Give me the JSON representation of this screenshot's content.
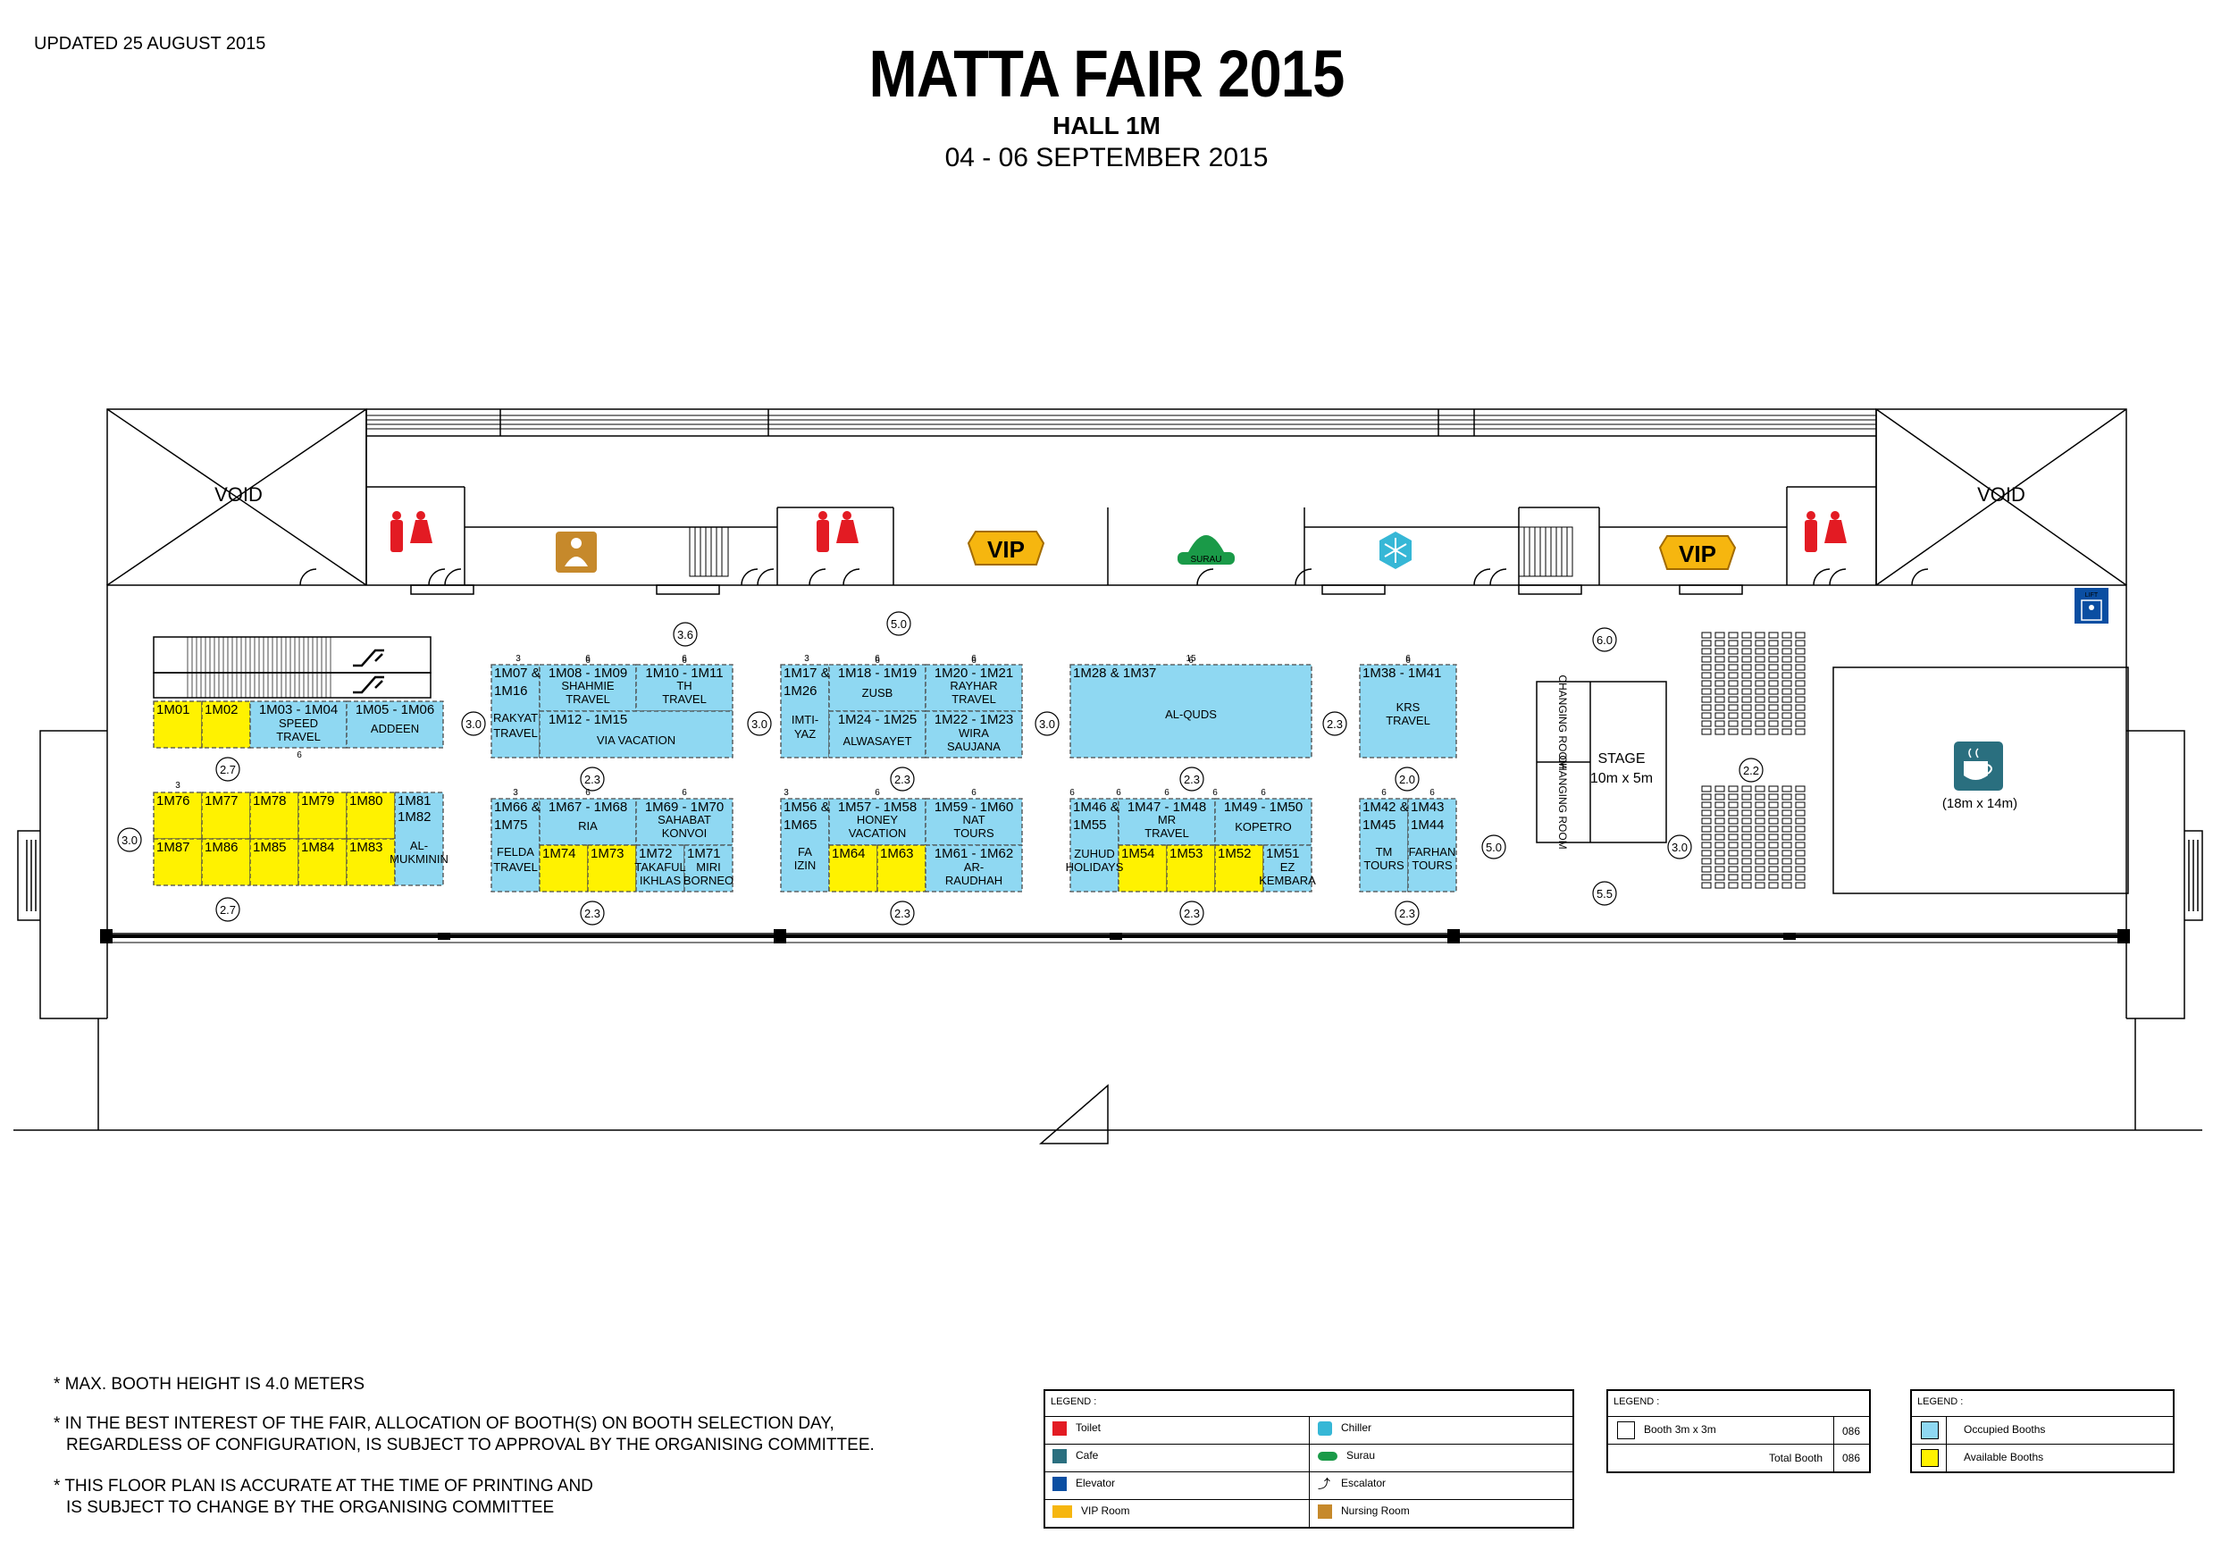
{
  "header": {
    "updated": "UPDATED 25 AUGUST 2015",
    "title": "MATTA FAIR 2015",
    "hall": "HALL 1M",
    "dates": "04 - 06 SEPTEMBER 2015"
  },
  "colors": {
    "occupied": "#8fd8f2",
    "available": "#fff200",
    "toilet": "#e31b23",
    "vip": "#f6b60f",
    "surau": "#1a9a48",
    "chiller": "#36b7d6",
    "nursing": "#c6892b",
    "cafe": "#2a6f7f",
    "elevator": "#0a4ea2"
  },
  "labels": {
    "void_left": "VOID",
    "void_right": "VOID",
    "vip": "VIP",
    "surau": "SURAU",
    "lift": "LIFT",
    "stage": "STAGE",
    "stage_size": "10m x 5m",
    "changing1": "CHANGING ROOM",
    "changing2": "CHANGING ROOM",
    "cafe_size": "(18m x 14m)"
  },
  "aisles": [
    "3.6",
    "5.0",
    "6.0",
    "2.7",
    "3.0",
    "3.0",
    "3.0",
    "3.0",
    "2.3",
    "2.3",
    "2.3",
    "2.3",
    "2.0",
    "2.2",
    "3.0",
    "5.0",
    "5.5",
    "2.7",
    "2.3",
    "2.3",
    "2.3",
    "2.3"
  ],
  "dims": [
    "3",
    "6",
    "6",
    "6",
    "3",
    "6",
    "6",
    "15",
    "6",
    "6",
    "6",
    "6",
    "6",
    "3",
    "6",
    "6",
    "3",
    "6",
    "6",
    "6",
    "6",
    "6",
    "6",
    "6",
    "3",
    "6",
    "6",
    "6",
    "6"
  ],
  "booths": {
    "b01": "1M01",
    "b02": "1M02",
    "b03a": "1M03 - 1M04",
    "b03b": "SPEED",
    "b03c": "TRAVEL",
    "b05a": "1M05 - 1M06",
    "b05b": "ADDEEN",
    "b76": "1M76",
    "b77": "1M77",
    "b78": "1M78",
    "b79": "1M79",
    "b80": "1M80",
    "b81a": "1M81",
    "b81b": "1M82",
    "b81c": "AL-",
    "b81d": "MUKMININ",
    "b87": "1M87",
    "b86": "1M86",
    "b85": "1M85",
    "b84": "1M84",
    "b83": "1M83",
    "b07a": "1M07 &",
    "b07b": "1M16",
    "b07c": "RAKYAT",
    "b07d": "TRAVEL",
    "b08a": "1M08 - 1M09",
    "b08b": "SHAHMIE",
    "b08c": "TRAVEL",
    "b10a": "1M10 - 1M11",
    "b10b": "TH",
    "b10c": "TRAVEL",
    "b12a": "1M12 - 1M15",
    "b12b": "VIA VACATION",
    "b66a": "1M66 &",
    "b66b": "1M75",
    "b66c": "FELDA",
    "b66d": "TRAVEL",
    "b67a": "1M67 - 1M68",
    "b67b": "RIA",
    "b69a": "1M69 - 1M70",
    "b69b": "SAHABAT",
    "b69c": "KONVOI",
    "b74": "1M74",
    "b73": "1M73",
    "b72a": "1M72",
    "b72b": "TAKAFUL",
    "b72c": "IKHLAS",
    "b71a": "1M71",
    "b71b": "MIRI",
    "b71c": "BORNEO",
    "b17a": "1M17 &",
    "b17b": "1M26",
    "b17c": "IMTI-",
    "b17d": "YAZ",
    "b18a": "1M18 - 1M19",
    "b18b": "ZUSB",
    "b20a": "1M20 - 1M21",
    "b20b": "RAYHAR",
    "b20c": "TRAVEL",
    "b24a": "1M24 - 1M25",
    "b24b": "ALWASAYET",
    "b22a": "1M22 - 1M23",
    "b22b": "WIRA",
    "b22c": "SAUJANA",
    "b56a": "1M56 &",
    "b56b": "1M65",
    "b56c": "FA",
    "b56d": "IZIN",
    "b57a": "1M57 - 1M58",
    "b57b": "HONEY",
    "b57c": "VACATION",
    "b59a": "1M59 - 1M60",
    "b59b": "NAT",
    "b59c": "TOURS",
    "b64": "1M64",
    "b63": "1M63",
    "b61a": "1M61 - 1M62",
    "b61b": "AR-",
    "b61c": "RAUDHAH",
    "b28a": "1M28 & 1M37",
    "b28b": "AL-QUDS",
    "b46a": "1M46 &",
    "b46b": "1M55",
    "b46c": "ZUHUD",
    "b46d": "HOLIDAYS",
    "b47a": "1M47 - 1M48",
    "b47b": "MR",
    "b47c": "TRAVEL",
    "b49a": "1M49 - 1M50",
    "b49b": "KOPETRO",
    "b54": "1M54",
    "b53": "1M53",
    "b52": "1M52",
    "b51a": "1M51",
    "b51b": "EZ",
    "b51c": "KEMBARA",
    "b38a": "1M38 - 1M41",
    "b38b": "KRS",
    "b38c": "TRAVEL",
    "b42a": "1M42 &",
    "b42b": "1M45",
    "b42c": "TM",
    "b42d": "TOURS",
    "b43a": "1M43",
    "b43b": "1M44",
    "b43c": "FARHAN",
    "b43d": "TOURS"
  },
  "notes": {
    "n1": "* MAX. BOOTH HEIGHT IS 4.0 METERS",
    "n2a": "* IN THE BEST INTEREST OF THE FAIR, ALLOCATION OF BOOTH(S) ON BOOTH SELECTION DAY,",
    "n2b": "REGARDLESS OF CONFIGURATION, IS SUBJECT TO APPROVAL BY THE ORGANISING COMMITTEE.",
    "n3a": "* THIS FLOOR PLAN IS ACCURATE AT THE TIME OF PRINTING AND",
    "n3b": "IS SUBJECT TO CHANGE BY THE ORGANISING COMMITTEE"
  },
  "legend1": {
    "heading": "LEGEND :",
    "toilet": "Toilet",
    "cafe": "Cafe",
    "elevator": "Elevator",
    "vip": "VIP Room",
    "chiller": "Chiller",
    "surau": "Surau",
    "escalator": "Escalator",
    "nursing": "Nursing Room"
  },
  "legend2": {
    "heading": "LEGEND :",
    "booth": "Booth 3m x 3m",
    "booth_count": "086",
    "total": "Total Booth",
    "total_count": "086"
  },
  "legend3": {
    "heading": "LEGEND :",
    "occupied": "Occupied Booths",
    "available": "Available Booths"
  }
}
